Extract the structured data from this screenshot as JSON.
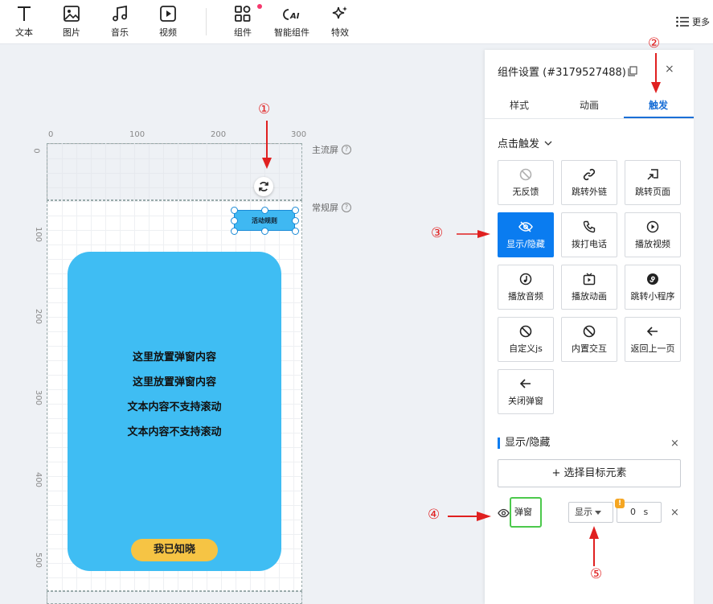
{
  "toolbar": {
    "items": [
      {
        "label": "文本",
        "icon": "text-icon"
      },
      {
        "label": "图片",
        "icon": "image-icon"
      },
      {
        "label": "音乐",
        "icon": "music-icon"
      },
      {
        "label": "视频",
        "icon": "video-icon"
      },
      {
        "label": "组件",
        "icon": "components-icon"
      },
      {
        "label": "智能组件",
        "icon": "ai-icon"
      },
      {
        "label": "特效",
        "icon": "sparkle-icon"
      }
    ],
    "more_label": "更多"
  },
  "canvas": {
    "ruler_h": [
      "0",
      "100",
      "200",
      "300"
    ],
    "ruler_v": [
      "0",
      "100",
      "200",
      "300",
      "400",
      "500"
    ],
    "main_screen_label": "主流屏",
    "normal_screen_label": "常规屏",
    "help_glyph": "?",
    "rule_button_label": "活动规则",
    "popup_lines": [
      "这里放置弹窗内容",
      "这里放置弹窗内容",
      "文本内容不支持滚动",
      "文本内容不支持滚动"
    ],
    "ack_button_label": "我已知晓"
  },
  "panel": {
    "title": "组件设置 (#3179527488)",
    "close_glyph": "×",
    "tabs": [
      "样式",
      "动画",
      "触发"
    ],
    "trigger_type": "点击触发",
    "actions": [
      "无反馈",
      "跳转外链",
      "跳转页面",
      "显示/隐藏",
      "拨打电话",
      "播放视频",
      "播放音频",
      "播放动画",
      "跳转小程序",
      "自定义js",
      "内置交互",
      "返回上一页",
      "关闭弹窗"
    ],
    "section_title": "显示/隐藏",
    "select_target_label": "+ 选择目标元素",
    "target_name": "弹窗",
    "mode_value": "显示",
    "warn_glyph": "!",
    "delay_value": "0",
    "delay_unit": "s"
  },
  "annotations": [
    "①",
    "②",
    "③",
    "④",
    "⑤"
  ],
  "colors": {
    "accent": "#0a7cf0",
    "popup": "#3fbdf3",
    "ack": "#f6c444",
    "annotation": "#e02020",
    "target_border": "#4cc94c"
  }
}
